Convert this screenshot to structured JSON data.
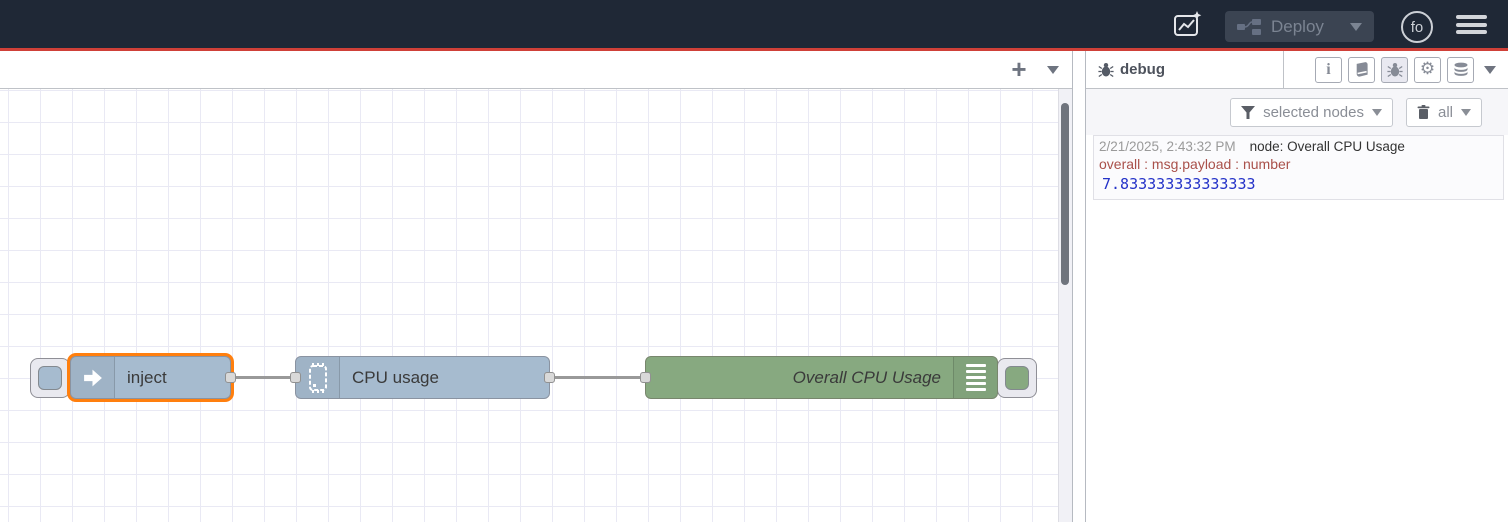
{
  "header": {
    "deploy_label": "Deploy",
    "avatar_text": "fo"
  },
  "workspace": {
    "add_flow_label": "+"
  },
  "canvas": {
    "nodes": [
      {
        "id": "inject",
        "type": "inject",
        "label": "inject",
        "color": "#a6bbcf",
        "selected": true
      },
      {
        "id": "cpu-usage",
        "type": "cpu",
        "label": "CPU usage",
        "color": "#a6bbcf",
        "selected": false
      },
      {
        "id": "overall-cpu-usage",
        "type": "debug",
        "label": "Overall CPU Usage",
        "color": "#87a980",
        "selected": false
      }
    ],
    "selection_color": "#ff7f0e",
    "wire_color": "#999999",
    "grid_color": "#e9e9f4"
  },
  "sidebar": {
    "tab_label": "debug",
    "filter_button_label": "selected nodes",
    "clear_button_label": "all",
    "message": {
      "timestamp": "2/21/2025, 2:43:32 PM",
      "node": "node: Overall CPU Usage",
      "property": "overall : msg.payload : number",
      "value": "7.833333333333333"
    },
    "value_color": "#2432c8",
    "property_color": "#a9504a"
  },
  "colors": {
    "header_bg": "#1f2836",
    "accent_red_line": "#cf4038",
    "node_blue": "#a6bbcf",
    "node_green": "#87a980"
  }
}
